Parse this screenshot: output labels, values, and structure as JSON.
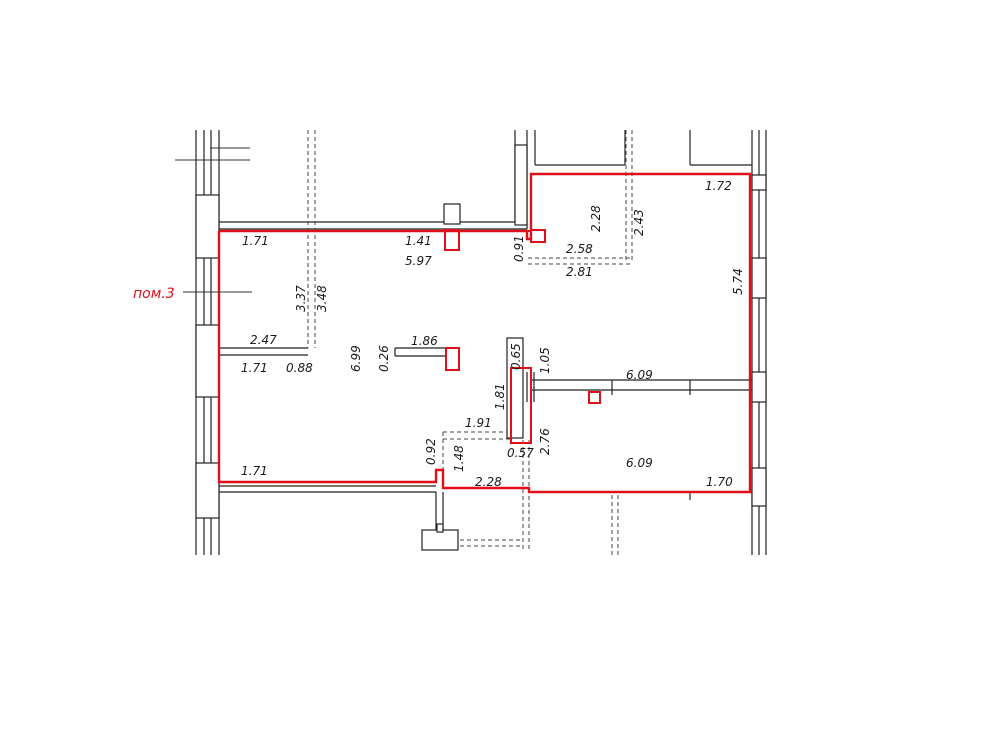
{
  "room_tag": "пом.3",
  "dims": {
    "d171_top": "1.71",
    "d141": "1.41",
    "d597": "5.97",
    "d091": "0.91",
    "d228_top": "2.28",
    "d243": "2.43",
    "d258": "2.58",
    "d281": "2.81",
    "d172": "1.72",
    "d574": "5.74",
    "d337": "3.37",
    "d348": "3.48",
    "d247": "2.47",
    "d171_mid": "1.71",
    "d088": "0.88",
    "d699": "6.99",
    "d026": "0.26",
    "d186": "1.86",
    "d065": "0.65",
    "d105": "1.05",
    "d609_top": "6.09",
    "d181": "1.81",
    "d191": "1.91",
    "d092": "0.92",
    "d148": "1.48",
    "d057": "0.57",
    "d276": "2.76",
    "d609_bot": "6.09",
    "d171_bot": "1.71",
    "d228_bot": "2.28",
    "d170": "1.70"
  }
}
